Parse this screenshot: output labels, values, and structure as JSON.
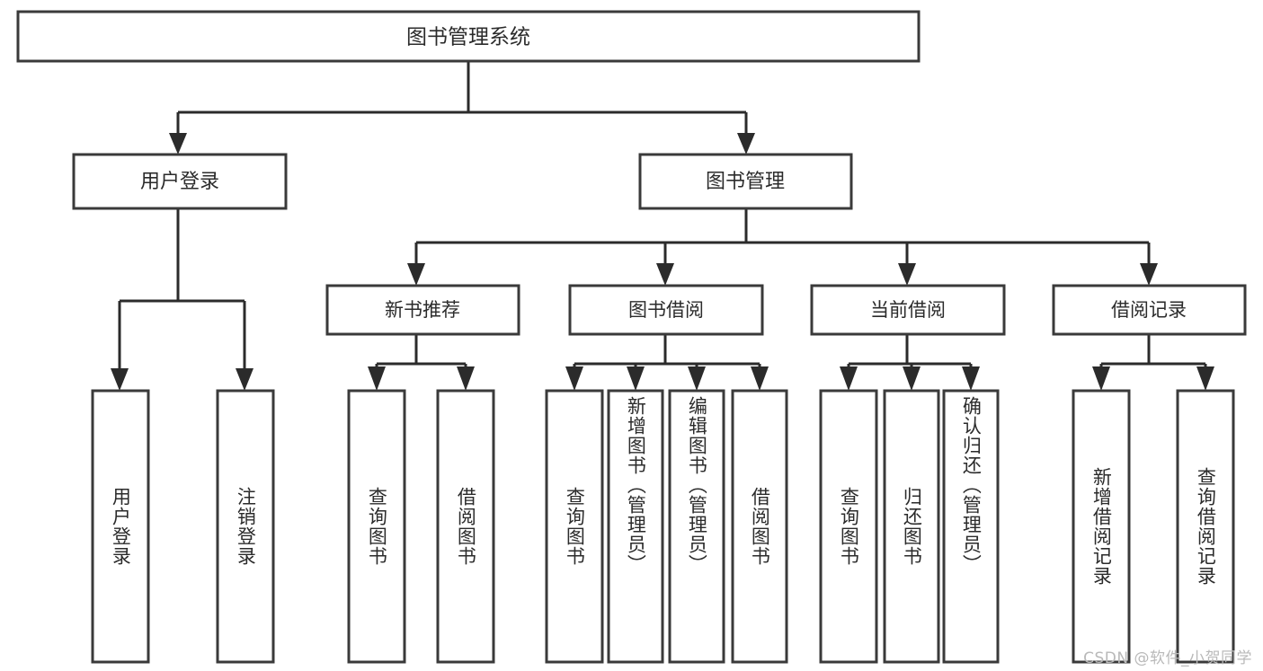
{
  "diagram": {
    "title": "图书管理系统",
    "type": "tree-hierarchy-diagram",
    "watermark": "CSDN @软件_小贺同学",
    "colors": {
      "background": "#ffffff",
      "box_fill": "#ffffff",
      "box_stroke": "#3a3a3a",
      "connector": "#2b2b2b",
      "text": "#2b2b2b",
      "watermark": "#b9b9b9"
    },
    "root": {
      "label": "图书管理系统"
    },
    "level1": [
      {
        "label": "用户登录"
      },
      {
        "label": "图书管理"
      }
    ],
    "level2": [
      {
        "label": "新书推荐"
      },
      {
        "label": "图书借阅"
      },
      {
        "label": "当前借阅"
      },
      {
        "label": "借阅记录"
      }
    ],
    "leaves": {
      "user_login": [
        {
          "label": "用户登录"
        },
        {
          "label": "注销登录"
        }
      ],
      "new_book_recommend": [
        {
          "label": "查询图书"
        },
        {
          "label": "借阅图书"
        }
      ],
      "book_borrow": [
        {
          "label": "查询图书"
        },
        {
          "label": "新增图书（管理员）"
        },
        {
          "label": "编辑图书（管理员）"
        },
        {
          "label": "借阅图书"
        }
      ],
      "current_borrow": [
        {
          "label": "查询图书"
        },
        {
          "label": "归还图书"
        },
        {
          "label": "确认归还（管理员）"
        }
      ],
      "borrow_record": [
        {
          "label": "新增借阅记录"
        },
        {
          "label": "查询借阅记录"
        }
      ]
    }
  }
}
